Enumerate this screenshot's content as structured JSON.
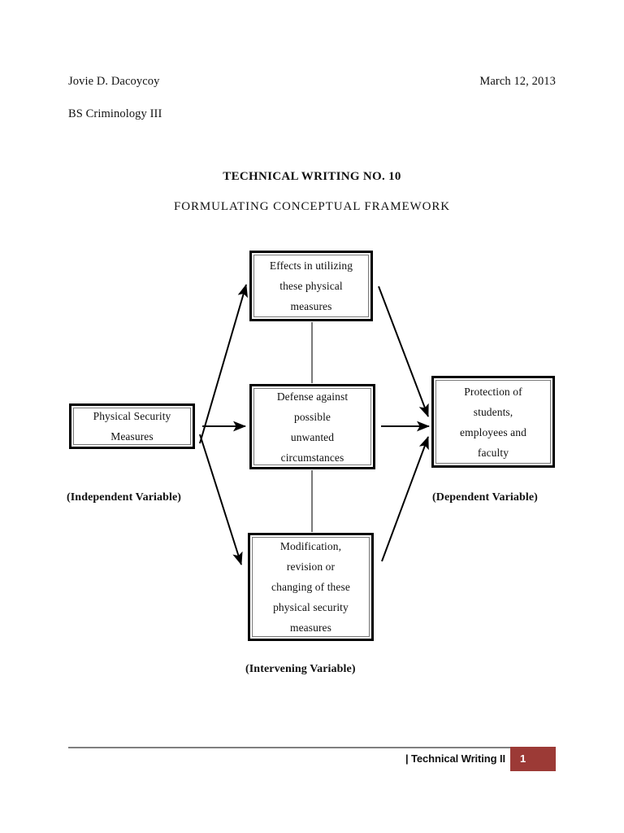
{
  "document": {
    "author": "Jovie D. Dacoycoy",
    "date": "March 12, 2013",
    "course": "BS Criminology III",
    "title": "TECHNICAL WRITING NO. 10",
    "subtitle": "FORMULATING CONCEPTUAL FRAMEWORK"
  },
  "diagram": {
    "nodes": {
      "physical_security": "Physical Security\nMeasures",
      "effects": "Effects in utilizing\nthese physical\nmeasures",
      "defense": "Defense against\npossible\nunwanted\ncircumstances",
      "modification": "Modification,\nrevision or\nchanging of these\nphysical security\nmeasures",
      "protection": "Protection of\nstudents,\nemployees and\nfaculty"
    },
    "captions": {
      "independent": "(Independent Variable)",
      "dependent": "(Dependent Variable)",
      "intervening": "(Intervening Variable)"
    }
  },
  "footer": {
    "label": "| Technical Writing II",
    "page_number": "1",
    "accent_color": "#9c3a36",
    "rule_color": "#808080"
  }
}
